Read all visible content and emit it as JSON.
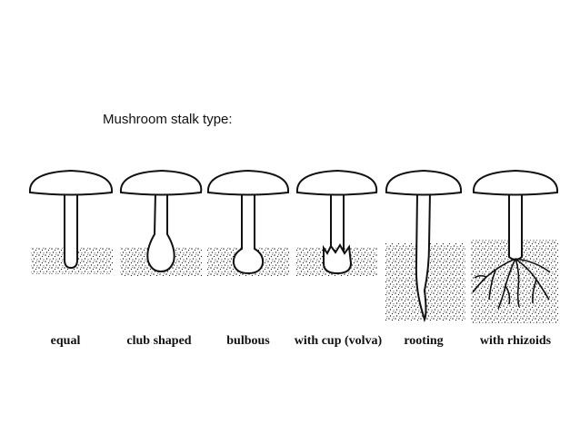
{
  "title": "Mushroom stalk type:",
  "stalk_types": [
    {
      "label": "equal"
    },
    {
      "label": "club shaped"
    },
    {
      "label": "bulbous"
    },
    {
      "label": "with cup (volva)"
    },
    {
      "label": "rooting"
    },
    {
      "label": "with rhizoids"
    }
  ]
}
